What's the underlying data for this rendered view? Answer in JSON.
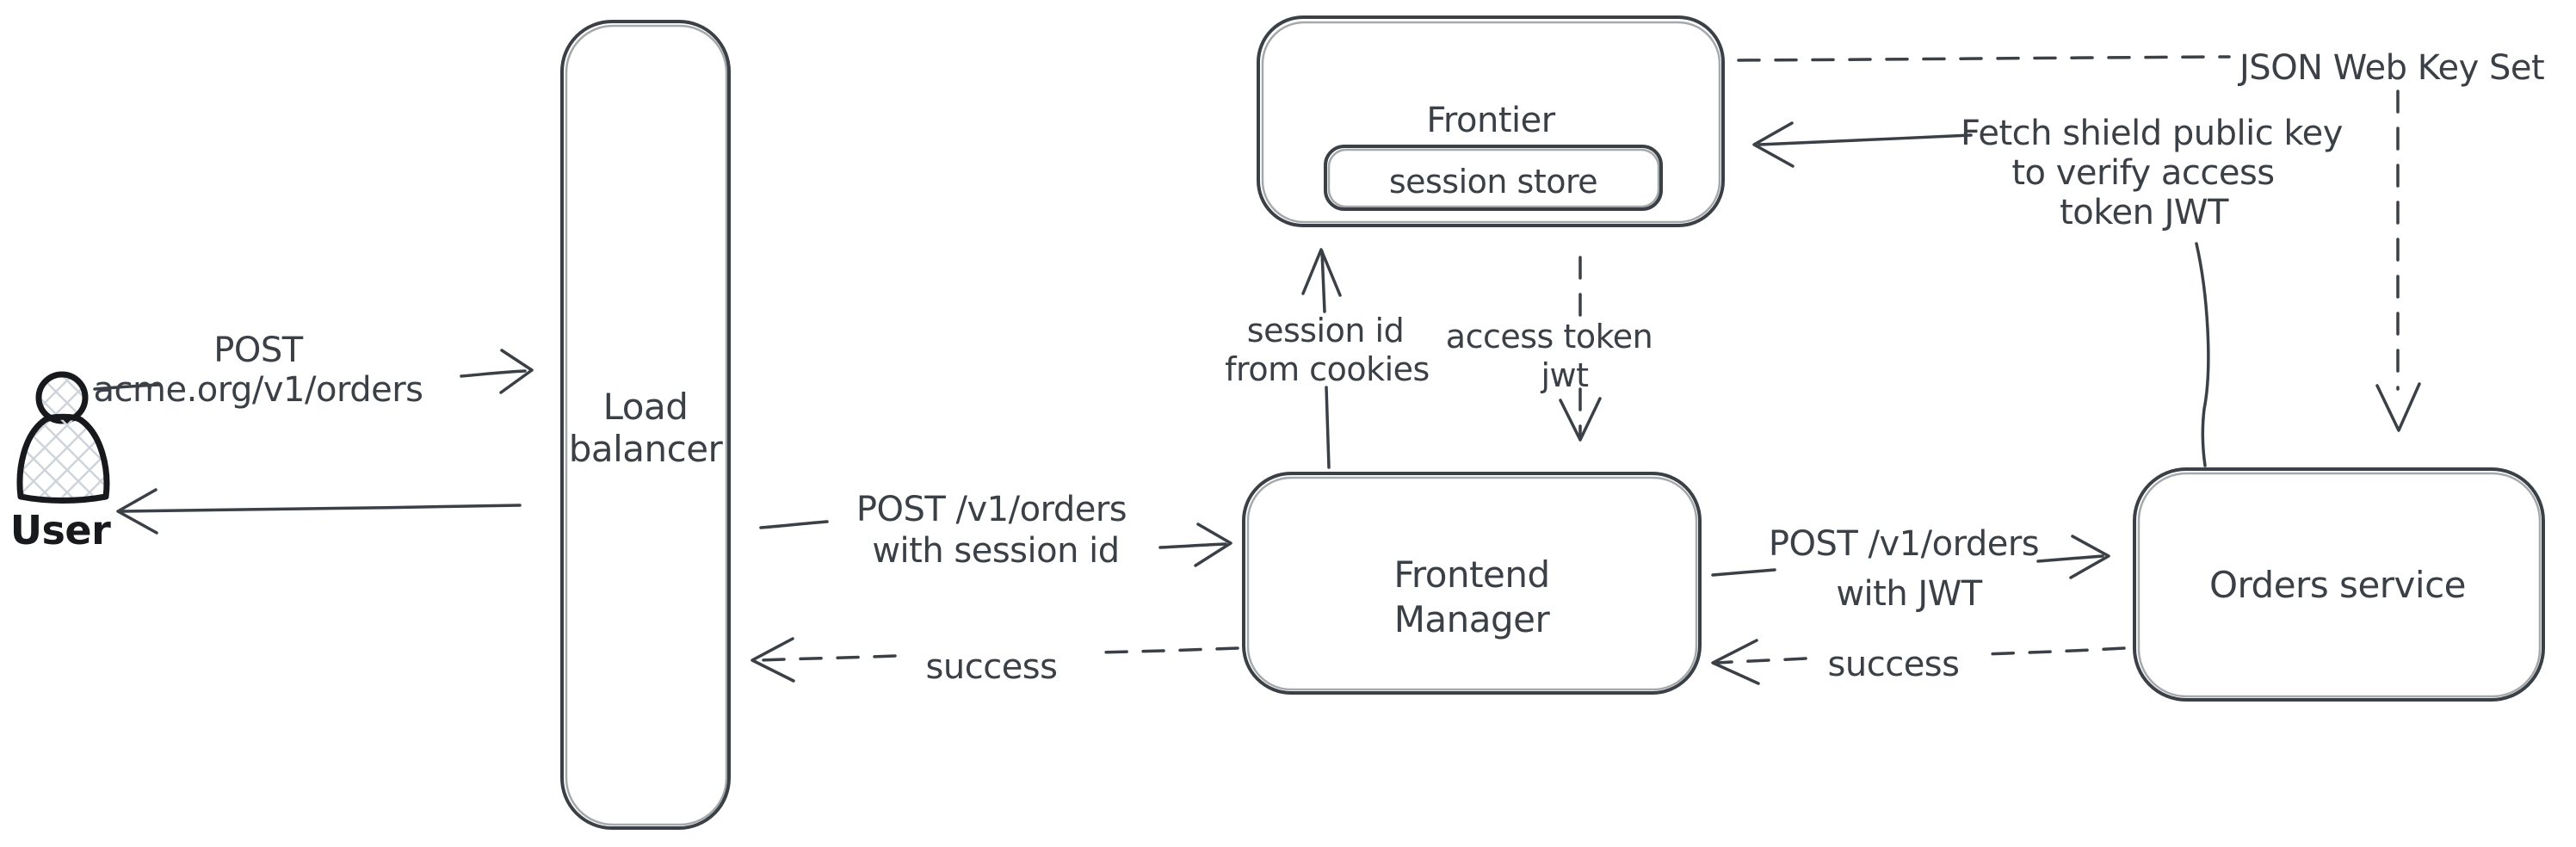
{
  "colors": {
    "background": "#ffffff",
    "stroke": "#3a4046",
    "user_stroke": "#17191c",
    "hatch": "#ced4da"
  },
  "nodes": {
    "user": {
      "label": "User"
    },
    "load_balancer": {
      "line1": "Load",
      "line2": "balancer"
    },
    "frontier": {
      "label": "Frontier"
    },
    "session_store": {
      "label": "session store"
    },
    "frontend_manager": {
      "line1": "Frontend",
      "line2": "Manager"
    },
    "orders_service": {
      "label": "Orders service"
    }
  },
  "edges": {
    "user_post": {
      "line1": "POST",
      "line2": "acme.org/v1/orders"
    },
    "lb_post": {
      "line1": "POST /v1/orders",
      "line2": "with session id"
    },
    "lb_success": {
      "label": "success"
    },
    "session_id": {
      "line1": "session id",
      "line2": "from cookies"
    },
    "access_token": {
      "line1": "access token",
      "line2": "jwt"
    },
    "orders_post": {
      "line1": "POST /v1/orders",
      "line2": "with JWT"
    },
    "orders_success": {
      "label": "success"
    },
    "jwks": {
      "label": "JSON Web Key Set"
    },
    "fetch_key": {
      "line1": "Fetch shield public key",
      "line2": "to verify access",
      "line3": "token JWT"
    }
  }
}
